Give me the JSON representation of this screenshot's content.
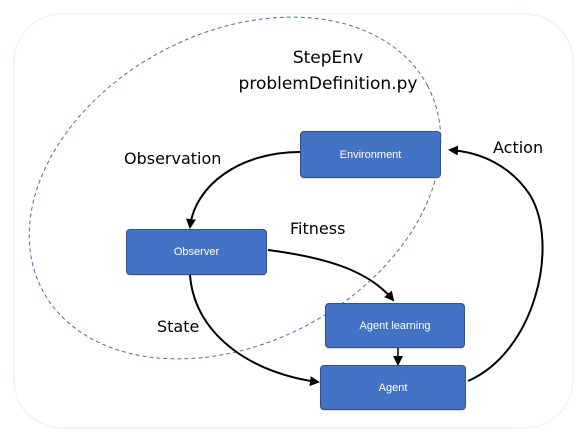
{
  "diagram": {
    "title_lines": [
      "StepEnv",
      "problemDefinition.py"
    ],
    "nodes": {
      "environment": "Environment",
      "observer": "Observer",
      "agent_learning": "Agent learning",
      "agent": "Agent"
    },
    "edge_labels": {
      "observation": "Observation",
      "fitness": "Fitness",
      "state": "State",
      "action": "Action"
    }
  },
  "colors": {
    "node_fill": "#4472c4",
    "node_border": "#2f528f",
    "dashed_ellipse": "#4a6fa5",
    "arrow": "#000000"
  }
}
